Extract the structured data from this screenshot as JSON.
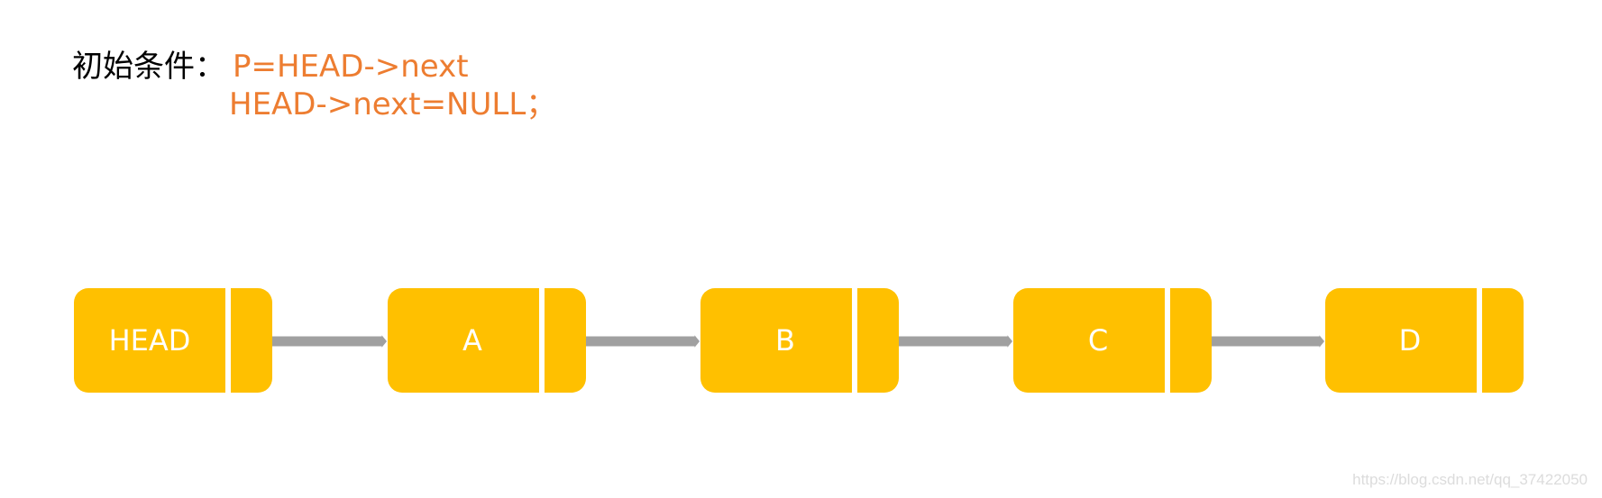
{
  "condition": {
    "label": "初始条件：",
    "lines": [
      "P=HEAD->next",
      "HEAD->next=NULL；"
    ]
  },
  "nodes": [
    {
      "label": "HEAD"
    },
    {
      "label": "A"
    },
    {
      "label": "B"
    },
    {
      "label": "C"
    },
    {
      "label": "D"
    }
  ],
  "colors": {
    "node_fill": "#ffc000",
    "node_text": "#ffffff",
    "code_text": "#ed7d31",
    "arrow": "#a0a0a0"
  },
  "watermark": "https://blog.csdn.net/qq_37422050"
}
